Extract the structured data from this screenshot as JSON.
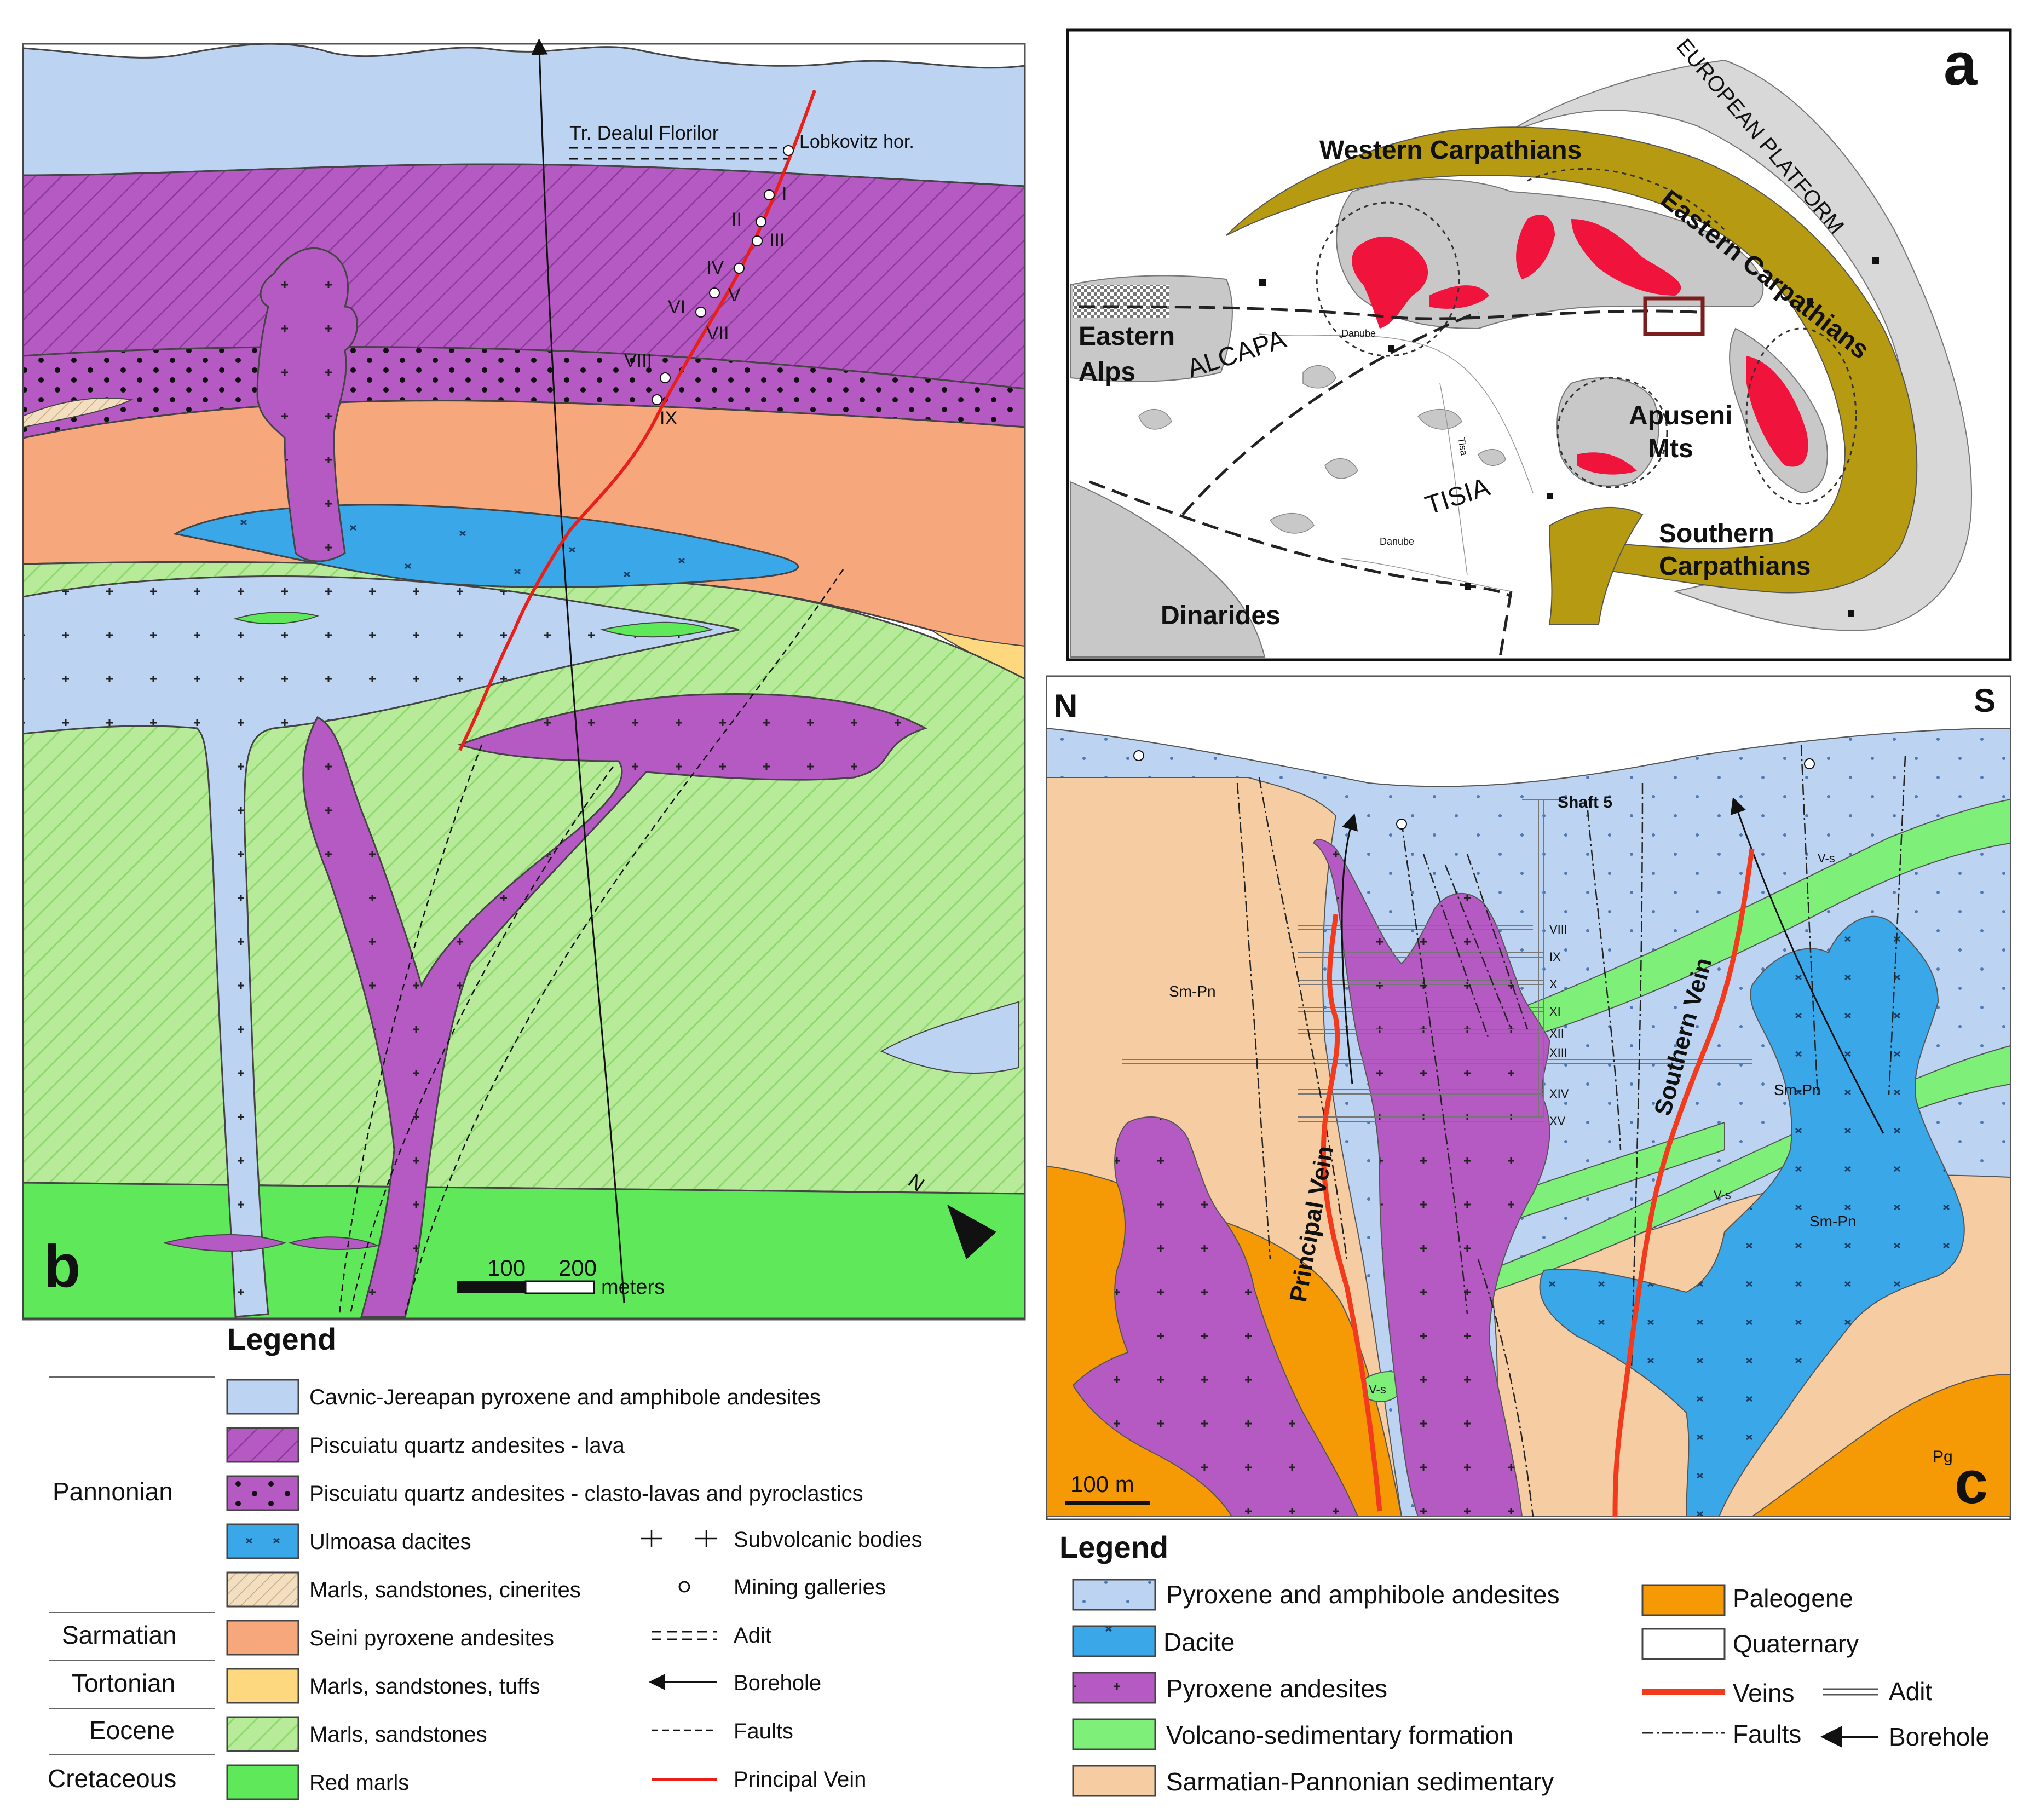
{
  "colors": {
    "cavnic": "#bcd4f2",
    "piscuiatu": "#b65ac3",
    "ulmoasa": "#3aa7e8",
    "marls_cinerites": "#f2dfc2",
    "seini": "#f7a77c",
    "marls_tuffs": "#fdd87f",
    "marls_sandstones": "#b7eb9a",
    "red_marls": "#5ee85a",
    "vein": "#e8201a",
    "pyroxene_amph_c": "#bcd4f2",
    "dacite_c": "#3aa7e8",
    "pyroxene_c": "#b65ac3",
    "volcano_sed": "#7ef07a",
    "sarm_pann": "#f6cda2",
    "paleogene": "#f59a05",
    "veins_c": "#f23a1c",
    "olive_belt": "#b59a12",
    "grey_units": "#c8c8c8",
    "red_bodies": "#f0143c"
  },
  "panel_a": {
    "letter": "a",
    "labels": {
      "european_platform": "EUROPEAN PLATFORM",
      "western_carpathians": "Western Carpathians",
      "eastern_carpathians": "Eastern Carpathians",
      "eastern_alps_1": "Eastern",
      "eastern_alps_2": "Alps",
      "alcapa": "ALCAPA",
      "danube_1": "Danube",
      "danube_2": "Danube",
      "tisa": "Tisa",
      "tisia": "TISIA",
      "apuseni_1": "Apuseni",
      "apuseni_2": "Mts",
      "southern_1": "Southern",
      "southern_2": "Carpathians",
      "dinarides": "Dinarides"
    }
  },
  "panel_b": {
    "letter": "b",
    "labels": {
      "tr_dealul": "Tr. Dealul Florilor",
      "lobkovitz": "Lobkovitz hor.",
      "galleries": [
        "I",
        "II",
        "III",
        "IV",
        "V",
        "VI",
        "VII",
        "VIII",
        "IX"
      ],
      "north": "N",
      "scale_100": "100",
      "scale_200": "200",
      "scale_unit": "meters"
    },
    "legend": {
      "title": "Legend",
      "ages": {
        "pannonian": "Pannonian",
        "sarmatian": "Sarmatian",
        "tortonian": "Tortonian",
        "eocene": "Eocene",
        "cretaceous": "Cretaceous"
      },
      "units": [
        "Cavnic-Jereapan pyroxene and amphibole andesites",
        "Piscuiatu quartz andesites - lava",
        "Piscuiatu quartz andesites - clasto-lavas and pyroclastics",
        "Ulmoasa dacites",
        "Marls, sandstones, cinerites",
        "Seini pyroxene andesites",
        "Marls, sandstones, tuffs",
        "Marls, sandstones",
        "Red marls"
      ],
      "symbols": [
        "Subvolcanic bodies",
        "Mining galleries",
        "Adit",
        "Borehole",
        "Faults",
        "Principal Vein"
      ]
    }
  },
  "panel_c": {
    "letter": "c",
    "labels": {
      "north": "N",
      "south": "S",
      "shaft": "Shaft 5",
      "sm_pn": "Sm-Pn",
      "v_s": "V-s",
      "pg": "Pg",
      "principal_vein": "Principal Vein",
      "southern_vein": "Southern Vein",
      "levels": [
        "VIII",
        "IX",
        "X",
        "XI",
        "XII",
        "XIII",
        "XIV",
        "XV"
      ],
      "scale": "100 m"
    },
    "legend": {
      "title": "Legend",
      "items": [
        "Pyroxene and amphibole andesites",
        "Dacite",
        "Pyroxene andesites",
        "Volcano-sedimentary formation",
        "Sarmatian-Pannonian sedimentary",
        "Paleogene",
        "Quaternary",
        "Veins",
        "Adit",
        "Faults",
        "Borehole"
      ]
    }
  }
}
